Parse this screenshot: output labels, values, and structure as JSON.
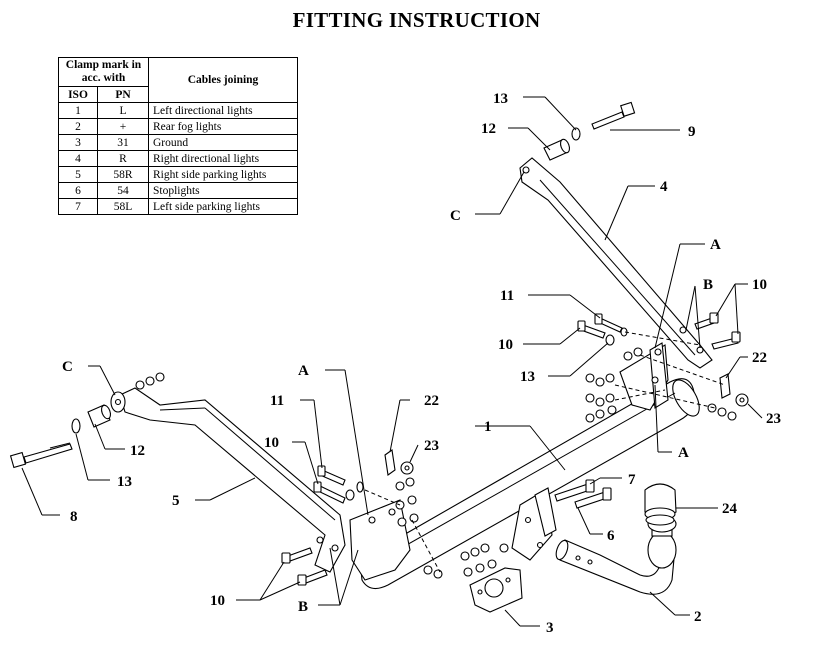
{
  "title": "FITTING INSTRUCTION",
  "table": {
    "header_clamp": "Clamp mark in acc. with",
    "header_cables": "Cables joining",
    "header_iso": "ISO",
    "header_pn": "PN",
    "rows": [
      {
        "iso": "1",
        "pn": "L",
        "cable": "Left directional lights"
      },
      {
        "iso": "2",
        "pn": "+",
        "cable": "Rear fog lights"
      },
      {
        "iso": "3",
        "pn": "31",
        "cable": "Ground"
      },
      {
        "iso": "4",
        "pn": "R",
        "cable": "Right directional lights"
      },
      {
        "iso": "5",
        "pn": "58R",
        "cable": "Right side parking lights"
      },
      {
        "iso": "6",
        "pn": "54",
        "cable": "Stoplights"
      },
      {
        "iso": "7",
        "pn": "58L",
        "cable": "Left side parking lights"
      }
    ]
  },
  "labels": {
    "n1": "1",
    "n2": "2",
    "n3": "3",
    "n4": "4",
    "n5": "5",
    "n6": "6",
    "n7": "7",
    "n8": "8",
    "n9": "9",
    "n10a": "10",
    "n10b": "10",
    "n10c": "10",
    "n10d": "10",
    "n11a": "11",
    "n11b": "11",
    "n12a": "12",
    "n12b": "12",
    "n13a": "13",
    "n13b": "13",
    "n13c": "13",
    "n22a": "22",
    "n22b": "22",
    "n23a": "23",
    "n23b": "23",
    "n24": "24",
    "A1": "A",
    "A2": "A",
    "A3": "A",
    "B1": "B",
    "B2": "B",
    "C1": "C",
    "C2": "C"
  }
}
